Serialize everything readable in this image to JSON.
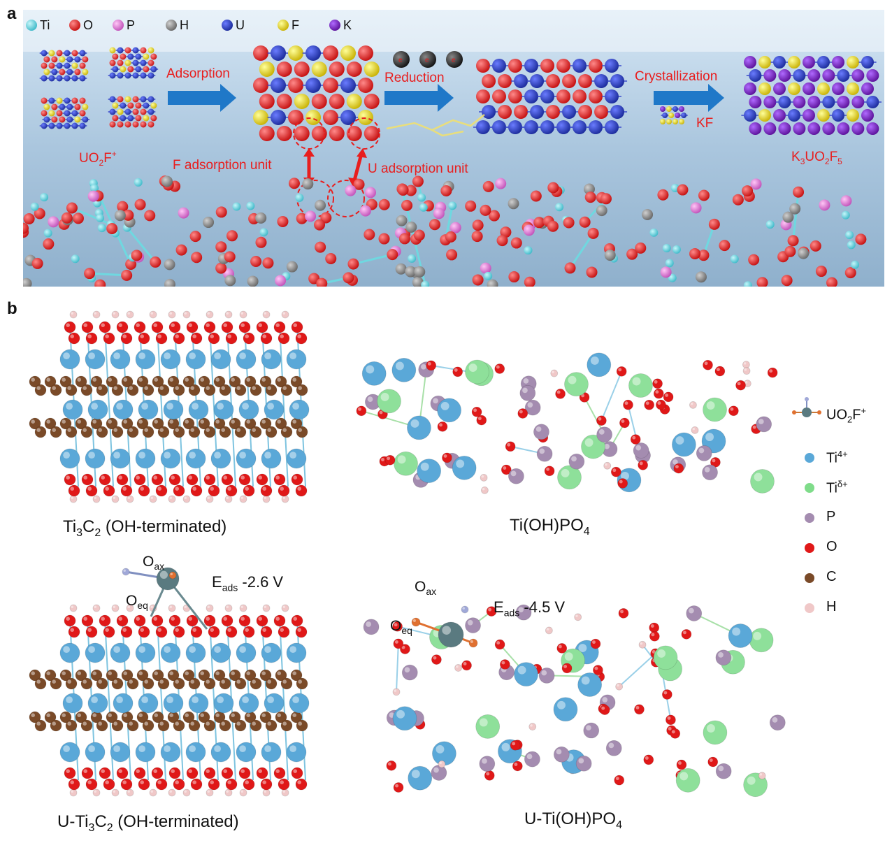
{
  "panel_labels": {
    "a": "a",
    "b": "b"
  },
  "panel_a": {
    "legend": [
      {
        "symbol": "Ti",
        "color": "#5ad6e0"
      },
      {
        "symbol": "O",
        "color": "#e01818"
      },
      {
        "symbol": "P",
        "color": "#e07ad8"
      },
      {
        "symbol": "H",
        "color": "#8a8a8a"
      },
      {
        "symbol": "U",
        "color": "#2a3fbf"
      },
      {
        "symbol": "F",
        "color": "#f0e020"
      },
      {
        "symbol": "K",
        "color": "#7a22c8"
      }
    ],
    "steps": {
      "adsorption": "Adsorption",
      "reduction": "Reduction",
      "crystallization": "Crystallization"
    },
    "labels": {
      "reactant_base": "UO",
      "reactant_sub": "2",
      "reactant_tail": "F",
      "reactant_sup": "+",
      "kf": "KF",
      "product_parts": [
        "K",
        "3",
        "UO",
        "2",
        "F",
        "5"
      ],
      "f_unit": "F adsorption unit",
      "u_unit": "U adsorption unit"
    },
    "colors": {
      "arrow": "#1f78c8",
      "annotation": "#e81e1e"
    }
  },
  "panel_b": {
    "captions": {
      "ti3c2": {
        "pre": "Ti",
        "s1": "3",
        "mid": "C",
        "s2": "2",
        "post": " (OH-terminated)"
      },
      "tiohpo4": {
        "pre": "Ti(OH)PO",
        "s1": "4"
      },
      "u_ti3c2": {
        "pre": "U-Ti",
        "s1": "3",
        "mid": "C",
        "s2": "2",
        "post": " (OH-terminated)"
      },
      "u_tiohpo4": {
        "pre": "U-Ti(OH)PO",
        "s1": "4"
      }
    },
    "annotations": {
      "left": {
        "o_ax": "O",
        "o_ax_sub": "ax",
        "o_eq": "O",
        "o_eq_sub": "eq",
        "e_ads": "E",
        "e_ads_sub": "ads",
        "value": "-2.6 V"
      },
      "right": {
        "o_ax": "O",
        "o_ax_sub": "ax",
        "o_eq": "O",
        "o_eq_sub": "eq",
        "e_ads": "E",
        "e_ads_sub": "ads",
        "value": "-4.5 V"
      }
    },
    "legend": {
      "uo2f": {
        "base": "UO",
        "sub": "2",
        "tail": "F",
        "sup": "+"
      },
      "items": [
        {
          "base": "Ti",
          "sup": "4+",
          "color": "#5aa8d8"
        },
        {
          "base": "Ti",
          "sup": "δ+",
          "color": "#7fdc8a"
        },
        {
          "base": "P",
          "sup": "",
          "color": "#a48cb0"
        },
        {
          "base": "O",
          "sup": "",
          "color": "#e01818"
        },
        {
          "base": "C",
          "sup": "",
          "color": "#7a4a28"
        },
        {
          "base": "H",
          "sup": "",
          "color": "#f0c8c8"
        }
      ]
    }
  }
}
